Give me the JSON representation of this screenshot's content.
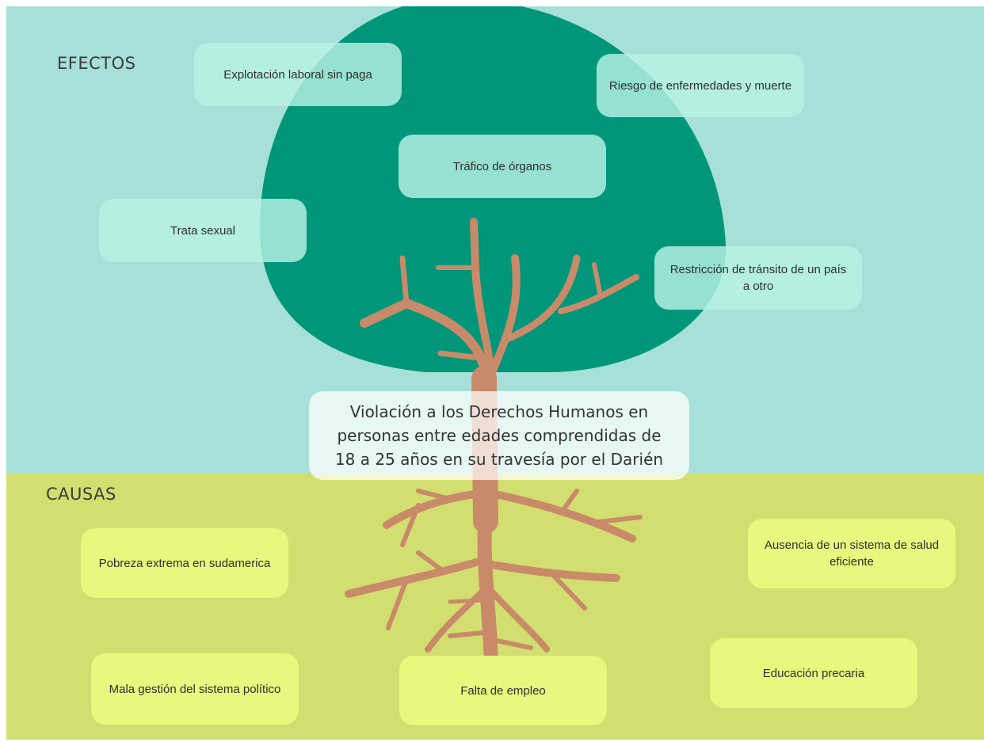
{
  "labels": {
    "effects": "EFECTOS",
    "causes": "CAUSAS"
  },
  "central_problem": "Violación a los Derechos Humanos en personas entre edades comprendidas de 18 a 25 años en su travesía por el Darién",
  "effects": [
    "Explotación laboral sin paga",
    "Riesgo de enfermedades y muerte",
    "Tráfico de órganos",
    "Trata sexual",
    "Restricción de tránsito de un país a otro"
  ],
  "causes": [
    "Pobreza extrema en sudamerica",
    "Ausencia de un sistema de salud eficiente",
    "Mala gestión del sistema político",
    "Falta de empleo",
    "Educación precaria"
  ],
  "colors": {
    "sky": "#a7e0d8",
    "ground": "#d2de6f",
    "canopy": "#00967a",
    "trunk": "#c98a6a",
    "effect_box": "#b7f2e4",
    "cause_box": "#e8f77d"
  }
}
